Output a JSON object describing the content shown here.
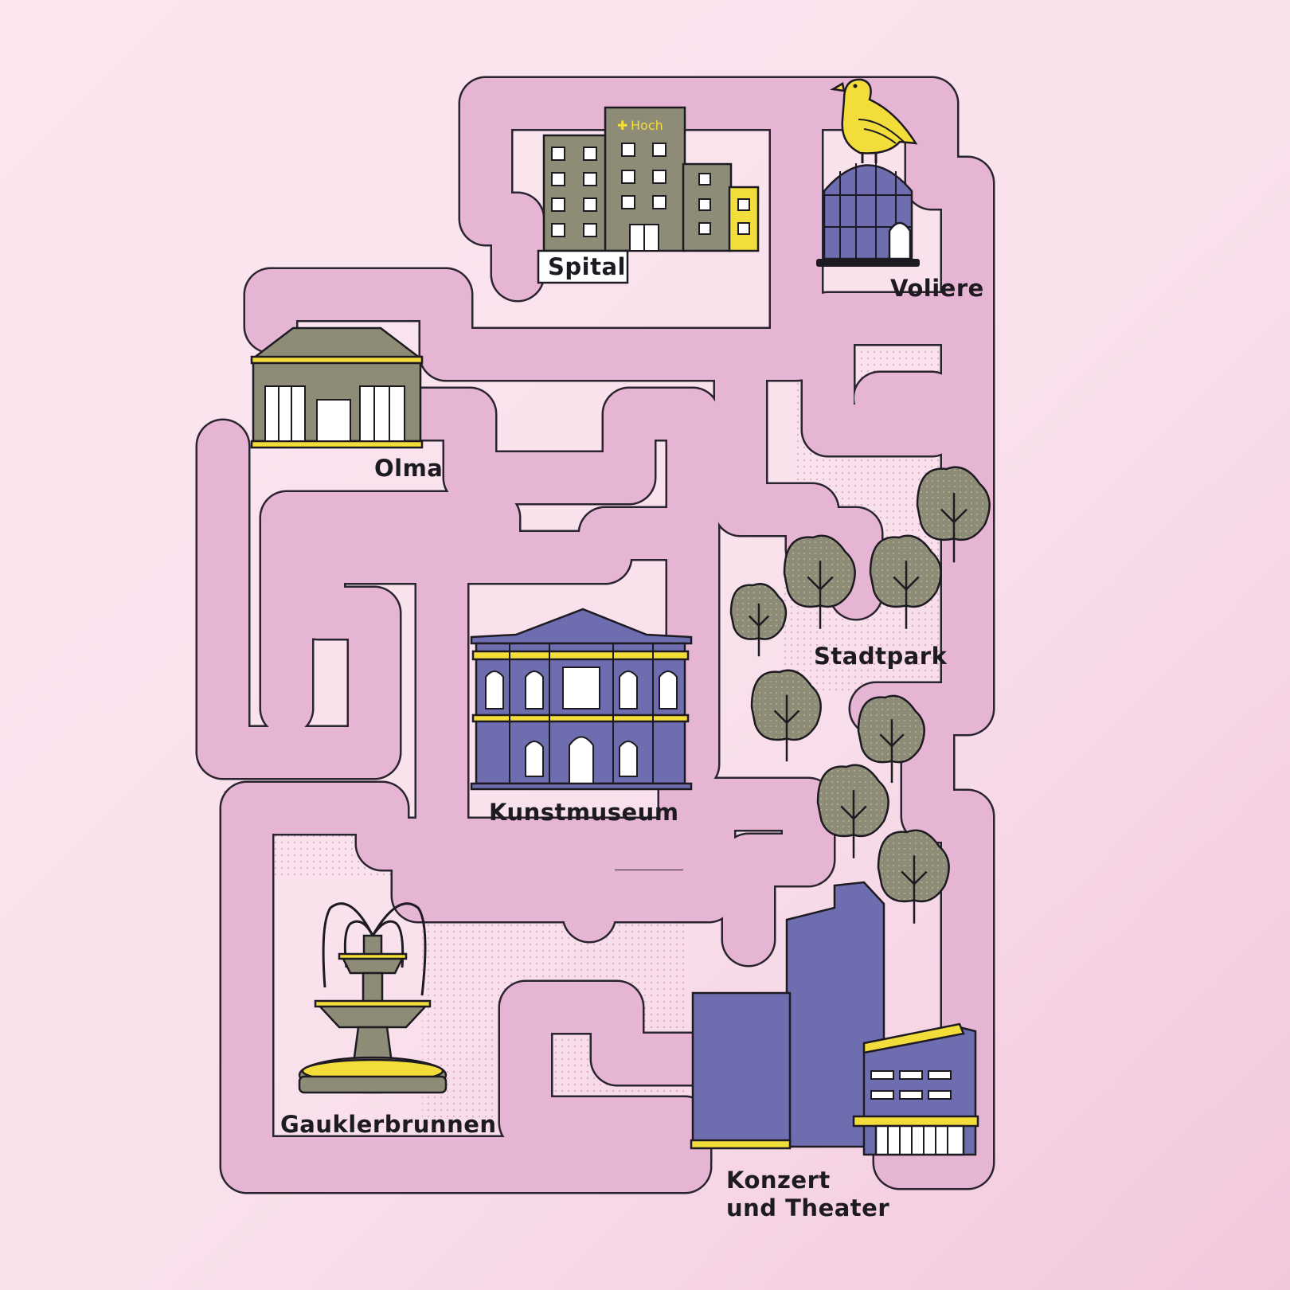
{
  "colors": {
    "background": "#fbe6ef",
    "path": "#e6b5d3",
    "outline": "#1d1a22",
    "olive": "#8e8c76",
    "purple": "#6e6db0",
    "yellow": "#f2dd3a"
  },
  "landmarks": {
    "spital": {
      "label": "Spital",
      "sign": "Hoch",
      "icon": "hospital-icon"
    },
    "voliere": {
      "label": "Voliere",
      "icon": "birdcage-icon"
    },
    "olma": {
      "label": "Olma",
      "icon": "hall-icon"
    },
    "stadtpark": {
      "label": "Stadtpark",
      "icon": "tree-icon"
    },
    "kunstmuseum": {
      "label": "Kunstmuseum",
      "icon": "museum-icon"
    },
    "gauklerbrunnen": {
      "label": "Gauklerbrunnen",
      "icon": "fountain-icon"
    },
    "theater": {
      "label_line1": "Konzert",
      "label_line2": "und Theater",
      "icon": "theater-icon"
    }
  }
}
